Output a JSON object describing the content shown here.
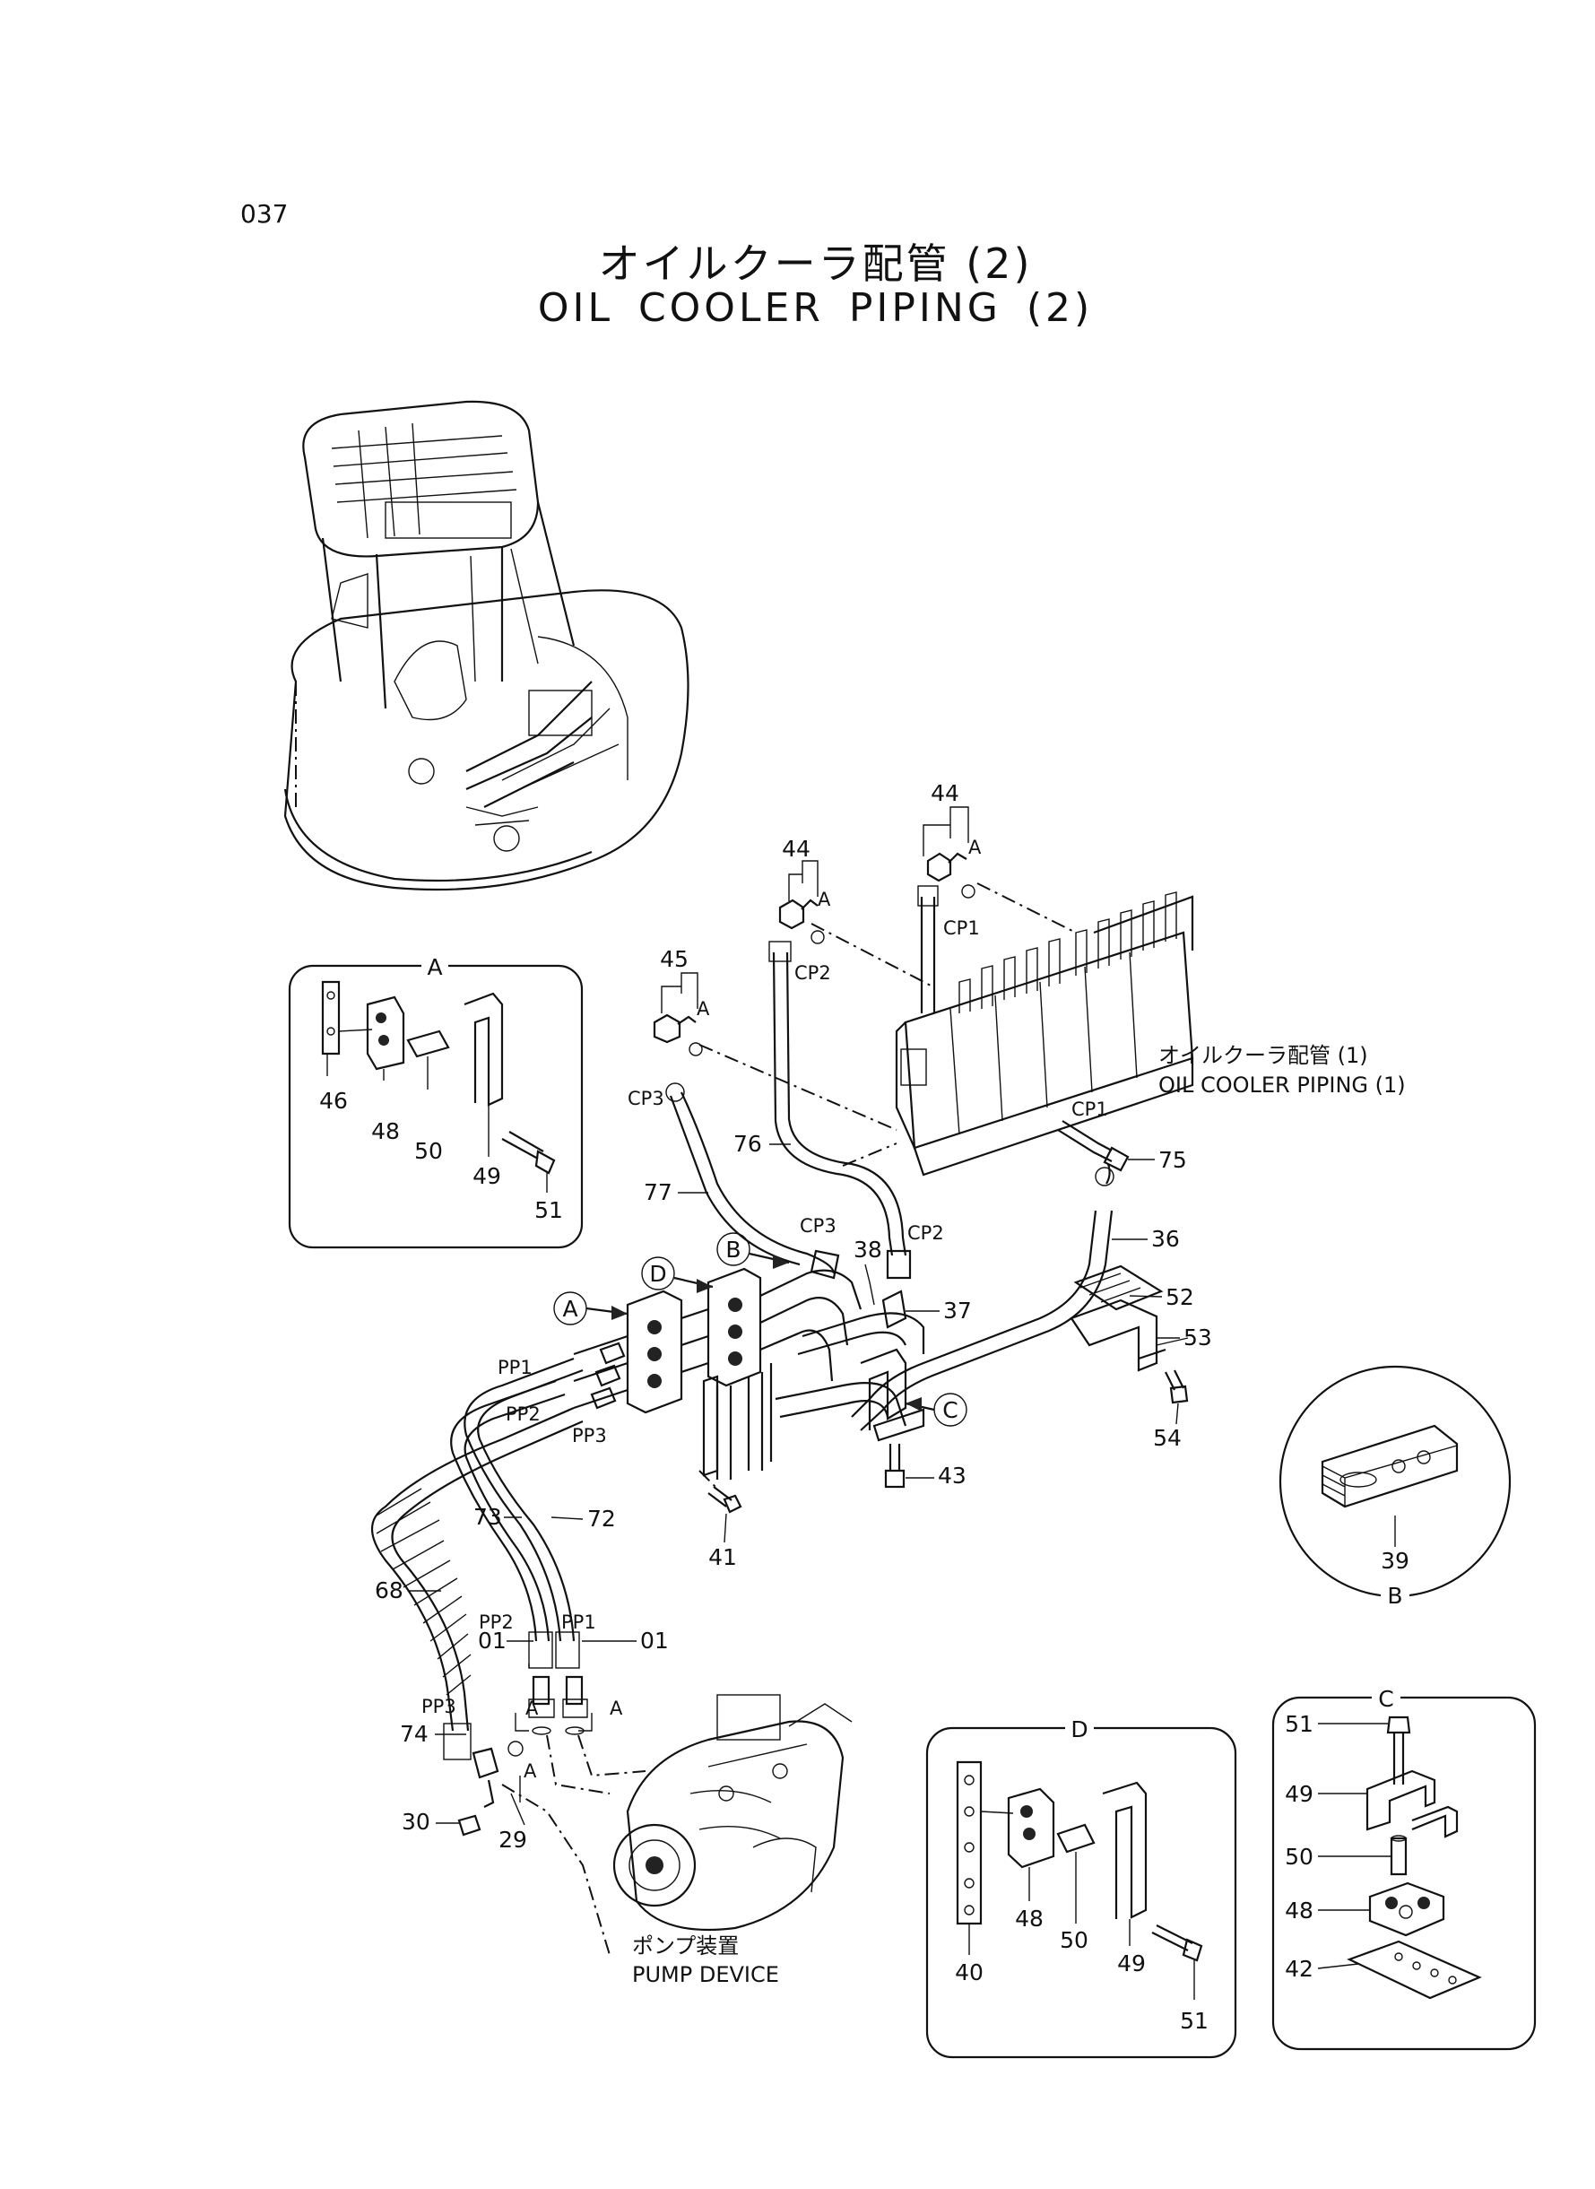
{
  "page_number": "037",
  "title_jp": "オイルクーラ配管 (2)",
  "title_en": "OIL  COOLER  PIPING  (2)",
  "ref_labels": {
    "oil_cooler_1_jp": "オイルクーラ配管 (1)",
    "oil_cooler_1_en": "OIL COOLER PIPING (1)",
    "pump_jp": "ポンプ装置",
    "pump_en": "PUMP  DEVICE"
  },
  "callouts": {
    "A": "A",
    "B": "B",
    "C": "C",
    "D": "D"
  },
  "parts": {
    "p44a": "44",
    "p44b": "44",
    "p45": "45",
    "p75": "75",
    "p76": "76",
    "p77": "77",
    "p36": "36",
    "p37": "37",
    "p38": "38",
    "p52": "52",
    "p53": "53",
    "p54": "54",
    "p43": "43",
    "p41": "41",
    "p72": "72",
    "p73": "73",
    "p68": "68",
    "p74": "74",
    "p30": "30",
    "p29": "29",
    "p01a": "01",
    "p01b": "01",
    "p39": "39",
    "det_a_46": "46",
    "det_a_48": "48",
    "det_a_50": "50",
    "det_a_49": "49",
    "det_a_51": "51",
    "det_d_40": "40",
    "det_d_48": "48",
    "det_d_50": "50",
    "det_d_49": "49",
    "det_d_51": "51",
    "det_c_51": "51",
    "det_c_49": "49",
    "det_c_50": "50",
    "det_c_48": "48",
    "det_c_42": "42"
  },
  "port_labels": {
    "cp1a": "CP1",
    "cp1b": "CP1",
    "cp2a": "CP2",
    "cp2b": "CP2",
    "cp3a": "CP3",
    "cp3b": "CP3",
    "pp1a": "PP1",
    "pp1b": "PP1",
    "pp2a": "PP2",
    "pp2b": "PP2",
    "pp3a": "PP3",
    "pp3b": "PP3",
    "a1": "A",
    "a2": "A",
    "a3": "A",
    "a4": "A",
    "a5": "A",
    "a6": "A"
  }
}
